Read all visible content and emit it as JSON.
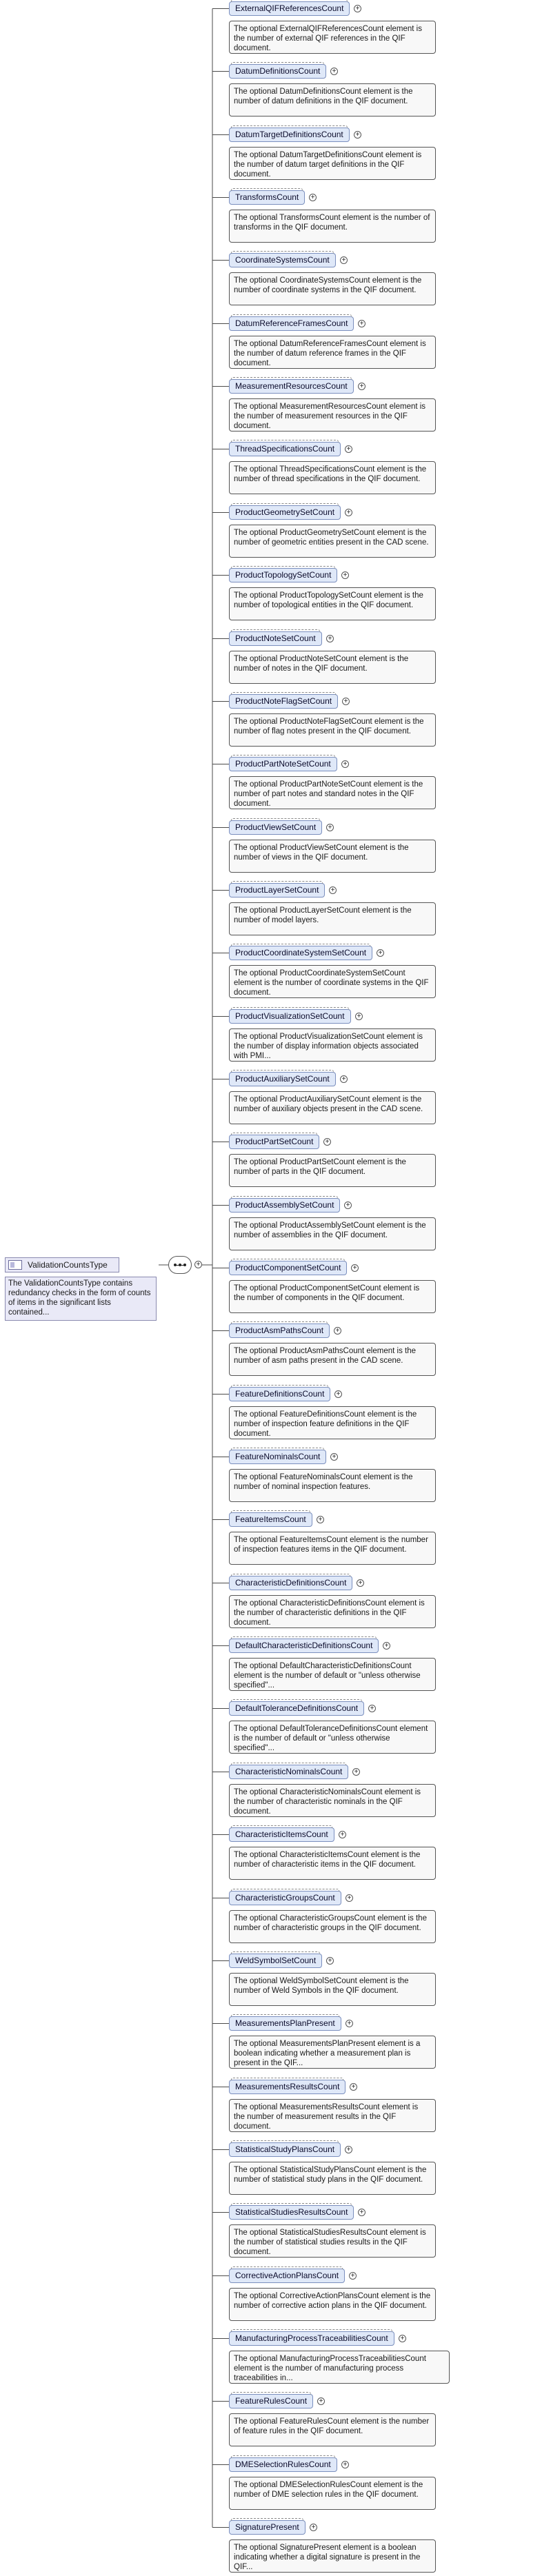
{
  "type_node": {
    "name": "ValidationCountsType",
    "icon": "complex-type-icon",
    "documentation": "The ValidationCountsType contains redundancy checks in the form of counts of items in the significant lists contained..."
  },
  "compositor": {
    "icon": "sequence-compositor-icon"
  },
  "elements": [
    {
      "name": "ExternalQIFReferencesCount",
      "doc": "The optional ExternalQIFReferencesCount element is the number of external QIF references in the QIF document."
    },
    {
      "name": "DatumDefinitionsCount",
      "doc": "The optional DatumDefinitionsCount element is the number of datum definitions in the QIF document."
    },
    {
      "name": "DatumTargetDefinitionsCount",
      "doc": "The optional DatumTargetDefinitionsCount element is the number of datum target definitions in the QIF document."
    },
    {
      "name": "TransformsCount",
      "doc": "The optional TransformsCount element is the number of transforms in the QIF document."
    },
    {
      "name": "CoordinateSystemsCount",
      "doc": "The optional CoordinateSystemsCount element is the number of coordinate systems in the QIF document."
    },
    {
      "name": "DatumReferenceFramesCount",
      "doc": "The optional DatumReferenceFramesCount element is the number of datum reference frames in the QIF document."
    },
    {
      "name": "MeasurementResourcesCount",
      "doc": "The optional MeasurementResourcesCount element is the number of measurement resources in the QIF document."
    },
    {
      "name": "ThreadSpecificationsCount",
      "doc": "The optional ThreadSpecificationsCount element is the number of thread specifications in the QIF document."
    },
    {
      "name": "ProductGeometrySetCount",
      "doc": "The optional ProductGeometrySetCount element is the number of geometric entities present in the CAD scene."
    },
    {
      "name": "ProductTopologySetCount",
      "doc": "The optional ProductTopologySetCount element is the number of topological entities in the QIF document."
    },
    {
      "name": "ProductNoteSetCount",
      "doc": "The optional ProductNoteSetCount element is the number of notes in the QIF document."
    },
    {
      "name": "ProductNoteFlagSetCount",
      "doc": "The optional ProductNoteFlagSetCount element is the number of flag notes present in the QIF document."
    },
    {
      "name": "ProductPartNoteSetCount",
      "doc": "The optional ProductPartNoteSetCount element is the number of part notes and standard notes in the QIF document."
    },
    {
      "name": "ProductViewSetCount",
      "doc": "The optional ProductViewSetCount element is the number of views in the QIF document."
    },
    {
      "name": "ProductLayerSetCount",
      "doc": "The optional ProductLayerSetCount element is the number of model layers."
    },
    {
      "name": "ProductCoordinateSystemSetCount",
      "doc": "The optional ProductCoordinateSystemSetCount element is the number of coordinate systems in the QIF document."
    },
    {
      "name": "ProductVisualizationSetCount",
      "doc": "The optional ProductVisualizationSetCount element is the number of display information objects associated with PMI..."
    },
    {
      "name": "ProductAuxiliarySetCount",
      "doc": "The optional ProductAuxiliarySetCount element is the number of auxiliary objects present in the CAD scene."
    },
    {
      "name": "ProductPartSetCount",
      "doc": "The optional ProductPartSetCount element is the number of parts in the QIF document."
    },
    {
      "name": "ProductAssemblySetCount",
      "doc": "The optional ProductAssemblySetCount element is the number of assemblies in the QIF document."
    },
    {
      "name": "ProductComponentSetCount",
      "doc": "The optional ProductComponentSetCount element is the number of components in the QIF document."
    },
    {
      "name": "ProductAsmPathsCount",
      "doc": "The optional ProductAsmPathsCount element is the number of asm paths present in the CAD scene."
    },
    {
      "name": "FeatureDefinitionsCount",
      "doc": "The optional FeatureDefinitionsCount element is the number of inspection feature definitions in the QIF document."
    },
    {
      "name": "FeatureNominalsCount",
      "doc": "The optional FeatureNominalsCount element is the number of nominal inspection features."
    },
    {
      "name": "FeatureItemsCount",
      "doc": "The optional FeatureItemsCount element is the number of inspection features items in the QIF document."
    },
    {
      "name": "CharacteristicDefinitionsCount",
      "doc": "The optional CharacteristicDefinitionsCount element is the number of characteristic definitions in the QIF document."
    },
    {
      "name": "DefaultCharacteristicDefinitionsCount",
      "doc": "The optional DefaultCharacteristicDefinitionsCount element is the number of default or \"unless otherwise specified\"..."
    },
    {
      "name": "DefaultToleranceDefinitionsCount",
      "doc": "The optional DefaultToleranceDefinitionsCount element is the number of default or \"unless otherwise specified\"..."
    },
    {
      "name": "CharacteristicNominalsCount",
      "doc": "The optional CharacteristicNominalsCount element is the number of characteristic nominals in the QIF document."
    },
    {
      "name": "CharacteristicItemsCount",
      "doc": "The optional CharacteristicItemsCount element is the number of characteristic items in the QIF document."
    },
    {
      "name": "CharacteristicGroupsCount",
      "doc": "The optional CharacteristicGroupsCount element is the number of characteristic groups in the QIF document."
    },
    {
      "name": "WeldSymbolSetCount",
      "doc": "The optional WeldSymbolSetCount element is the number of Weld Symbols in the QIF document."
    },
    {
      "name": "MeasurementsPlanPresent",
      "doc": "The optional MeasurementsPlanPresent element is a boolean indicating whether a measurement plan is present in the QIF..."
    },
    {
      "name": "MeasurementsResultsCount",
      "doc": "The optional MeasurementsResultsCount element is the number of measurement results in the QIF document."
    },
    {
      "name": "StatisticalStudyPlansCount",
      "doc": "The optional StatisticalStudyPlansCount element is the number of statistical study plans in the QIF document."
    },
    {
      "name": "StatisticalStudiesResultsCount",
      "doc": "The optional StatisticalStudiesResultsCount element is the number of statistical studies results in the QIF document."
    },
    {
      "name": "CorrectiveActionPlansCount",
      "doc": "The optional CorrectiveActionPlansCount element is the number of corrective action plans in the QIF document."
    },
    {
      "name": "ManufacturingProcessTraceabilitiesCount",
      "doc": "The optional ManufacturingProcessTraceabilitiesCount element is the number of manufacturing process traceabilities in..."
    },
    {
      "name": "FeatureRulesCount",
      "doc": "The optional FeatureRulesCount element is the number of feature rules in the QIF document."
    },
    {
      "name": "DMESelectionRulesCount",
      "doc": "The optional DMESelectionRulesCount element is the number of DME selection rules in the QIF document."
    },
    {
      "name": "SignaturePresent",
      "doc": "The optional SignaturePresent element is a boolean indicating whether a digital signature is present in the QIF..."
    }
  ],
  "expand_symbol": "+"
}
